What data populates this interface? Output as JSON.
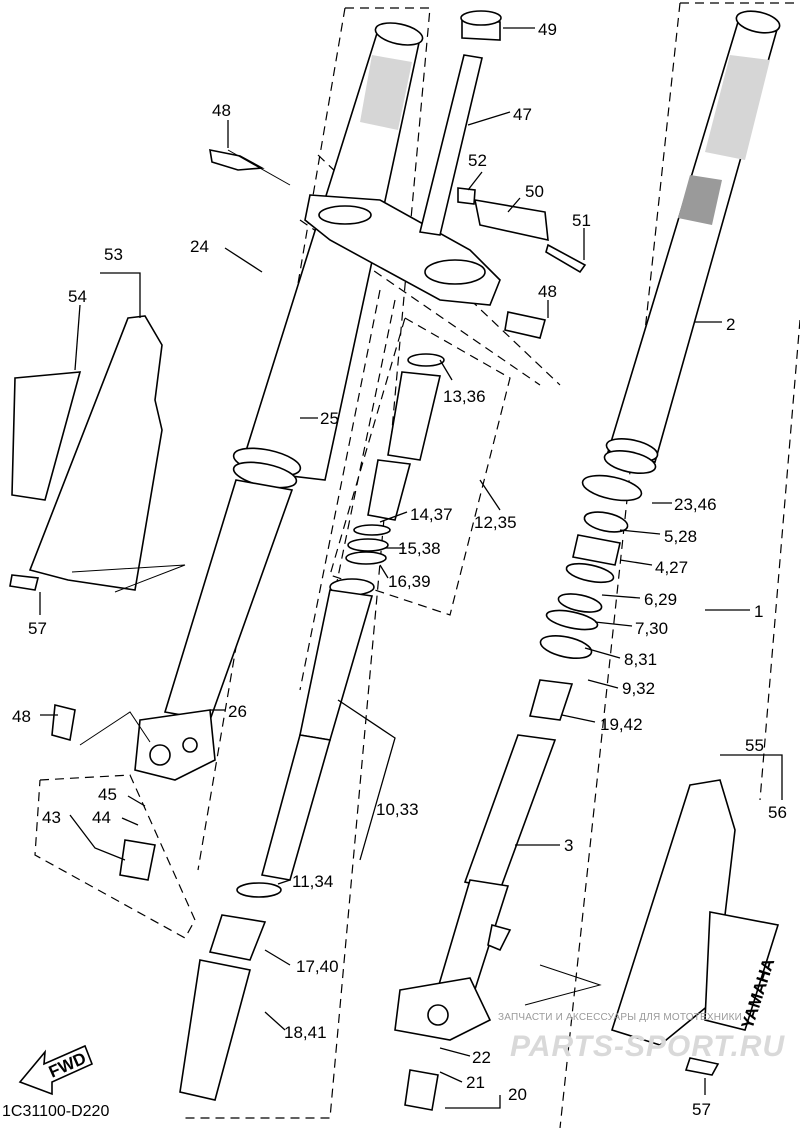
{
  "diagram": {
    "code": "1C31100-D220",
    "fwd_label": "FWD",
    "brand_text": "YAMAHA",
    "watermark_small": "ЗАПЧАСТИ И АКСЕССУАРЫ ДЛЯ МОТОТЕХНИКИ",
    "watermark_big": "PARTS-SPORT.RU",
    "callouts": [
      {
        "id": "c49",
        "text": "49"
      },
      {
        "id": "c48a",
        "text": "48"
      },
      {
        "id": "c47",
        "text": "47"
      },
      {
        "id": "c52",
        "text": "52"
      },
      {
        "id": "c50",
        "text": "50"
      },
      {
        "id": "c51",
        "text": "51"
      },
      {
        "id": "c24",
        "text": "24"
      },
      {
        "id": "c53",
        "text": "53"
      },
      {
        "id": "c54",
        "text": "54"
      },
      {
        "id": "c48b",
        "text": "48"
      },
      {
        "id": "c2",
        "text": "2"
      },
      {
        "id": "c13",
        "text": "13,36"
      },
      {
        "id": "c25",
        "text": "25"
      },
      {
        "id": "c12",
        "text": "12,35"
      },
      {
        "id": "c14",
        "text": "14,37"
      },
      {
        "id": "c23",
        "text": "23,46"
      },
      {
        "id": "c5",
        "text": "5,28"
      },
      {
        "id": "c15",
        "text": "15,38"
      },
      {
        "id": "c4",
        "text": "4,27"
      },
      {
        "id": "c16",
        "text": "16,39"
      },
      {
        "id": "c6",
        "text": "6,29"
      },
      {
        "id": "c57a",
        "text": "57"
      },
      {
        "id": "c1",
        "text": "1"
      },
      {
        "id": "c7",
        "text": "7,30"
      },
      {
        "id": "c8",
        "text": "8,31"
      },
      {
        "id": "c9",
        "text": "9,32"
      },
      {
        "id": "c48c",
        "text": "48"
      },
      {
        "id": "c26",
        "text": "26"
      },
      {
        "id": "c19",
        "text": "19,42"
      },
      {
        "id": "c55",
        "text": "55"
      },
      {
        "id": "c45",
        "text": "45"
      },
      {
        "id": "c56",
        "text": "56"
      },
      {
        "id": "c10",
        "text": "10,33"
      },
      {
        "id": "c43",
        "text": "43"
      },
      {
        "id": "c44",
        "text": "44"
      },
      {
        "id": "c3",
        "text": "3"
      },
      {
        "id": "c11",
        "text": "11,34"
      },
      {
        "id": "c17",
        "text": "17,40"
      },
      {
        "id": "c18",
        "text": "18,41"
      },
      {
        "id": "c22",
        "text": "22"
      },
      {
        "id": "c21",
        "text": "21"
      },
      {
        "id": "c20",
        "text": "20"
      },
      {
        "id": "c57b",
        "text": "57"
      }
    ]
  }
}
